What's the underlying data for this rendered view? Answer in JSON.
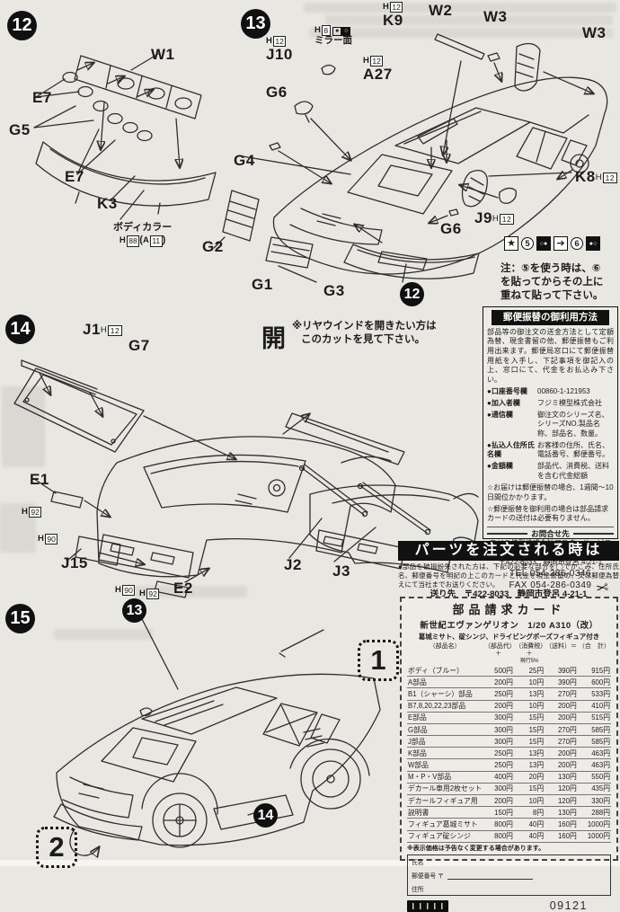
{
  "sheet": {
    "code": "09121"
  },
  "icons": {
    "star": "★",
    "scissors": "✂",
    "dot_black": "●",
    "dot_white": "○",
    "arrow": "➔",
    "bullet": "●"
  },
  "tags": {
    "h8": {
      "letter": "H",
      "num": "8"
    },
    "h12": {
      "letter": "H",
      "num": "12"
    },
    "h88": {
      "letter": "H",
      "num": "88"
    },
    "h90": {
      "letter": "H",
      "num": "90"
    },
    "h92": {
      "letter": "H",
      "num": "92"
    },
    "a11": {
      "letter": "A",
      "num": "11"
    }
  },
  "step12": {
    "badge": "12",
    "w1": "W1",
    "e7a": "E7",
    "g5": "G5",
    "e7b": "E7",
    "k3": "K3",
    "body_color": "ボディカラー",
    "paren_l": "(",
    "paren_r": ")"
  },
  "step13": {
    "badge": "13",
    "k9": "K9",
    "w2": "W2",
    "w3a": "W3",
    "w3b": "W3",
    "mirror_note": "ミラー面",
    "j10": "J10",
    "g6a": "G6",
    "a27": "A27",
    "g4": "G4",
    "g2": "G2",
    "g1": "G1",
    "g3": "G3",
    "k8": "K8",
    "j9": "J9",
    "g6b": "G6",
    "ref12": "12",
    "sticker": {
      "n5": "5",
      "n6": "6",
      "note1": "注：⑤を使う時は、⑥",
      "note2": "を貼ってからその上に",
      "note3": "重ねて貼って下さい。"
    }
  },
  "step14": {
    "badge": "14",
    "j1": "J1",
    "g7": "G7",
    "open_char": "開",
    "open_note1": "※リヤウインドを開きたい方は",
    "open_note2": "このカットを見て下さい。",
    "e1": "E1",
    "j15": "J15",
    "e2": "E2",
    "j2": "J2",
    "j3": "J3"
  },
  "step15": {
    "badge": "15",
    "ref13": "13",
    "ref14": "14",
    "box1": "1",
    "box2": "2"
  },
  "postal_box": {
    "title": "郵便振替の御利用方法",
    "intro": "部品等の御注文の送金方法として定額為替、現金書留の他、郵便振替もご利用出来ます。郵便局窓口にて郵便振替用紙を入手し、下記事項を御記入の上、窓口にて、代金をお払込み下さい。",
    "items": [
      {
        "label": "●口座番号欄",
        "value": "00860-1-121953"
      },
      {
        "label": "●加入者欄",
        "value": "フジミ模型株式会社"
      },
      {
        "label": "●通信欄",
        "value": "御注文のシリーズ名、シリーズNO.製品名称、部品名、数量。"
      },
      {
        "label": "●払込人住所氏名欄",
        "value": "お客様の住所、氏名、電話番号、郵便番号。"
      },
      {
        "label": "●金額欄",
        "value": "部品代、消費税、送料を含む代金総額"
      }
    ],
    "notes": [
      "☆お届けは郵便振替の場合、1週間～10日間位かかります。",
      "☆郵便振替を御利用の場合は部品請求カードの送付は必要有りません。"
    ],
    "contact_header": "お問合せ先",
    "contact_lines": [
      "フジミ模型株式会社アフターサービス係",
      "〒422-8033　静岡市登呂 4-21-1",
      "TEL 054-286-0346",
      "FAX 054-286-0349"
    ]
  },
  "order_box": {
    "title": "パーツを注文される時は",
    "body": "●部品を破損紛失された方は、下記の必要な部分を◯でかこみ、住所氏名、郵便番号を明記の上このカードと代金を現金書留め、又は郵便為替えにて当社までお送りください。",
    "send_line1": "送り先　〒422-8033　静岡市登呂 4-21-1",
    "send_line2": "フジミ模型株式会社「アフターサービス係」"
  },
  "parts_card": {
    "title": "部品請求カード",
    "series": "新世紀エヴァンゲリオン　1/20 A310（改）",
    "figures": "葛城ミサト、碇シンジ、ドライビングポーズフィギュア付き",
    "col_headers": [
      "（部品名）",
      "（部品代）＋",
      "（消費税）＋",
      "（送料）＝",
      "（合　計）"
    ],
    "tax_note": "現行5%",
    "rows": [
      [
        "ボディ（ブルー）",
        "500円",
        "25円",
        "390円",
        "915円"
      ],
      [
        "A部品",
        "200円",
        "10円",
        "390円",
        "600円"
      ],
      [
        "B1（シャーシ）部品",
        "250円",
        "13円",
        "270円",
        "533円"
      ],
      [
        "B7,8,20,22,23部品",
        "200円",
        "10円",
        "200円",
        "410円"
      ],
      [
        "E部品",
        "300円",
        "15円",
        "200円",
        "515円"
      ],
      [
        "G部品",
        "300円",
        "15円",
        "270円",
        "585円"
      ],
      [
        "J部品",
        "300円",
        "15円",
        "270円",
        "585円"
      ],
      [
        "K部品",
        "250円",
        "13円",
        "200円",
        "463円"
      ],
      [
        "W部品",
        "250円",
        "13円",
        "200円",
        "463円"
      ],
      [
        "M・P・V部品",
        "400円",
        "20円",
        "130円",
        "550円"
      ],
      [
        "デカール車用2枚セット",
        "300円",
        "15円",
        "120円",
        "435円"
      ],
      [
        "デカールフィギュア用",
        "200円",
        "10円",
        "120円",
        "330円"
      ],
      [
        "説明書",
        "150円",
        "8円",
        "130円",
        "288円"
      ],
      [
        "フィギュア葛城ミサト",
        "800円",
        "40円",
        "160円",
        "1000円"
      ],
      [
        "フィギュア碇シンジ",
        "800円",
        "40円",
        "160円",
        "1000円"
      ]
    ],
    "price_note": "※表示価格は予告なく変更する場合があります。",
    "fields": {
      "name": "氏名",
      "postal": "郵便番号 〒",
      "address": "住所"
    },
    "code": "09121"
  }
}
